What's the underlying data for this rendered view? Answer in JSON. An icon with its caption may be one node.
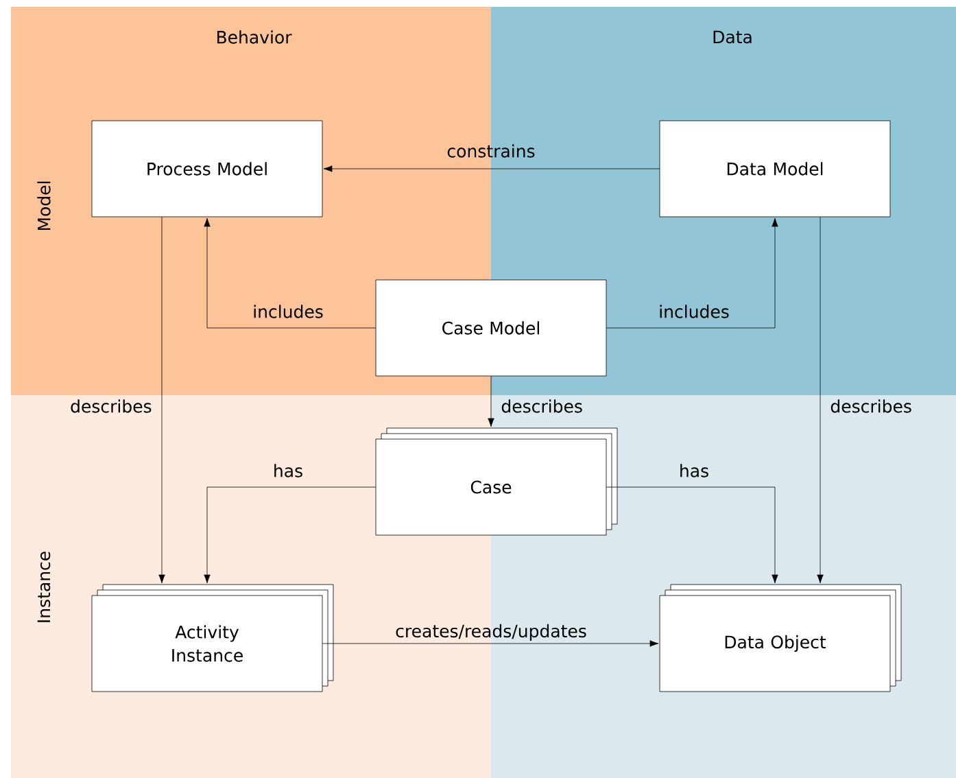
{
  "diagram": {
    "nodes": [
      {
        "text": [
          "Process Model"
        ]
      },
      {
        "text": [
          "Data Model"
        ]
      },
      {
        "text": [
          "Case Model"
        ]
      },
      {
        "text": [
          "Case"
        ]
      },
      {
        "text": [
          "Activity Instance"
        ]
      },
      {
        "text": [
          "Data Object"
        ]
      }
    ],
    "edges": [
      {
        "from": 1,
        "to": 0,
        "arrow": "to",
        "label": "constrains"
      },
      {
        "from": 2,
        "to": 0,
        "arrow": "to",
        "label": "includes"
      },
      {
        "from": 2,
        "to": 1,
        "arrow": "to",
        "label": "includes"
      },
      {
        "from": 2,
        "to": 3,
        "arrow": "to",
        "label": "describes"
      },
      {
        "from": 0,
        "to": 4,
        "arrow": "to",
        "label": "describes"
      },
      {
        "from": 1,
        "to": 5,
        "arrow": "to",
        "label": "describes"
      },
      {
        "from": 3,
        "to": 4,
        "arrow": "to",
        "label": "has"
      },
      {
        "from": 3,
        "to": 5,
        "arrow": "to",
        "label": "has"
      },
      {
        "from": 4,
        "to": 5,
        "arrow": "to",
        "label": "creates/reads/updates"
      }
    ],
    "labels": [
      "Behavior",
      "Data",
      "Model",
      "Instance"
    ]
  }
}
